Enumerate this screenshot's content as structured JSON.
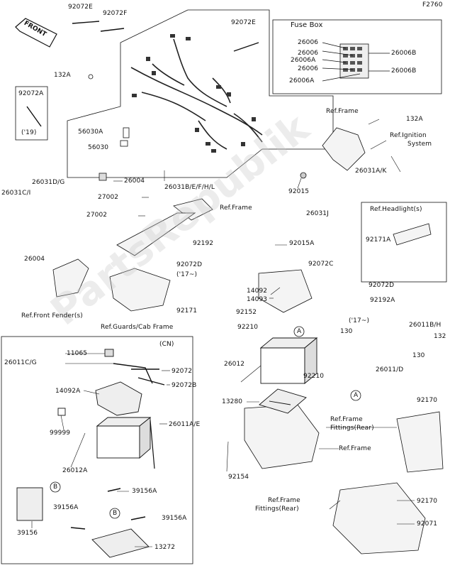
{
  "figure_code": "F2760",
  "front_label": "FRONT",
  "watermark": "PartsRepublik",
  "fuse_box": {
    "title": "Fuse Box",
    "labels": [
      "26006",
      "26006",
      "26006A",
      "26006",
      "26006A",
      "26006B",
      "26006B"
    ]
  },
  "main_labels": {
    "p92072E_a": "92072E",
    "p92072F": "92072F",
    "p92072E_b": "92072E",
    "p132A_a": "132A",
    "p92072A": "92072A",
    "p19": "('19)",
    "p56030A": "56030A",
    "p56030": "56030",
    "p26004_a": "26004",
    "p26031BEFHL": "26031B/E/F/H/L",
    "p26031DG": "26031D/G",
    "p26031CI": "26031C/I",
    "p27002_a": "27002",
    "p27002_b": "27002",
    "p26004_b": "26004",
    "ref_frame_a": "Ref.Frame",
    "ref_frame_b": "Ref.Frame",
    "p132A_b": "132A",
    "ref_ignition_1": "Ref.Ignition",
    "ref_ignition_2": "System",
    "p26031AK": "26031A/K",
    "p92015": "92015",
    "p26031J": "26031J",
    "p92015A": "92015A",
    "p92192": "92192",
    "p92072D_a": "92072D",
    "p17_a": "('17~)",
    "p92072C": "92072C",
    "p14092": "14092",
    "p14093": "14093",
    "p92171": "92171",
    "p92152": "92152",
    "p92210_a": "92210",
    "ref_headlight": "Ref.Headlight(s)",
    "p92171A": "92171A",
    "p92072D_b": "92072D",
    "p92192A": "92192A",
    "p17_b": "('17~)",
    "p130_a": "130",
    "p26011BH": "26011B/H",
    "p132": "132",
    "ref_front_fender": "Ref.Front Fender(s)",
    "ref_guards": "Ref.Guards/Cab Frame",
    "p26012": "26012",
    "p92210_b": "92210",
    "p130_b": "130",
    "p26011D": "26011/D",
    "p13280": "13280",
    "ref_fittings_rear_a1": "Ref.Frame",
    "ref_fittings_rear_a2": "Fittings(Rear)",
    "p92170_a": "92170",
    "ref_frame_c": "Ref.Frame",
    "p92154": "92154",
    "ref_fittings_rear_b1": "Ref.Frame",
    "ref_fittings_rear_b2": "Fittings(Rear)",
    "p92170_b": "92170",
    "p92071": "92071",
    "callout_A_1": "A",
    "callout_A_2": "A",
    "callout_B_1": "B",
    "callout_B_2": "B"
  },
  "cn_box": {
    "title": "(CN)",
    "labels": {
      "p26011CG": "26011C/G",
      "p11065": "11065",
      "p92072": "92072",
      "p92072B": "92072B",
      "p14092A": "14092A",
      "p99999": "99999",
      "p26011AE": "26011A/E",
      "p26012A": "26012A",
      "p39156A_a": "39156A",
      "p39156A_b": "39156A",
      "p39156A_c": "39156A",
      "p39156": "39156",
      "p13272": "13272"
    }
  }
}
